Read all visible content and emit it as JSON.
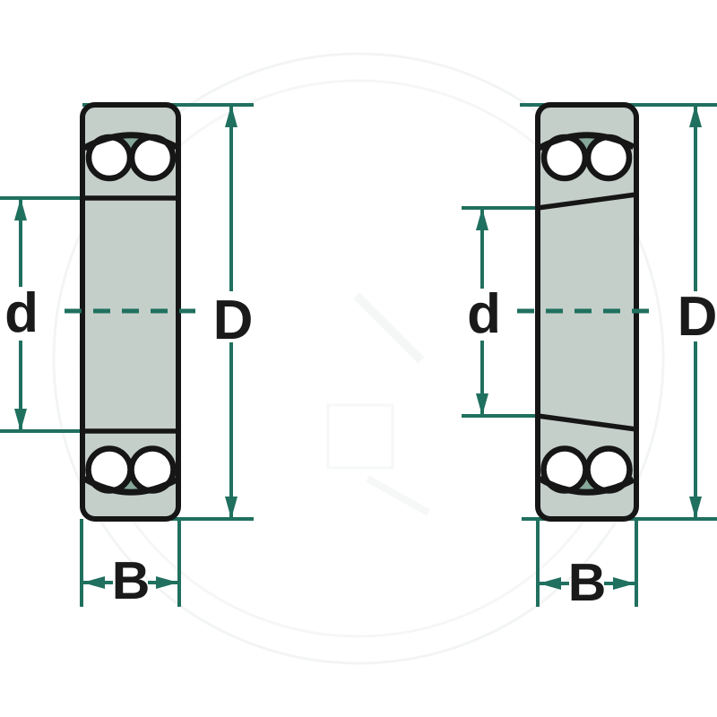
{
  "figures": [
    {
      "name": "bearing-cylindrical-bore",
      "labels": {
        "bore": "d",
        "outer": "D",
        "width": "B"
      }
    },
    {
      "name": "bearing-tapered-bore",
      "labels": {
        "bore": "d",
        "outer": "D",
        "width": "B"
      }
    }
  ],
  "colors": {
    "dimension_accent": "#20705f",
    "outline": "#161616",
    "ring_body_fill": "#c5cfca",
    "ball_pocket_fill": "#86a89b",
    "ball_fill": "#ffffff",
    "label_text": "#1a1a1a",
    "watermark": "#ebeeec",
    "background": "#ffffff"
  }
}
